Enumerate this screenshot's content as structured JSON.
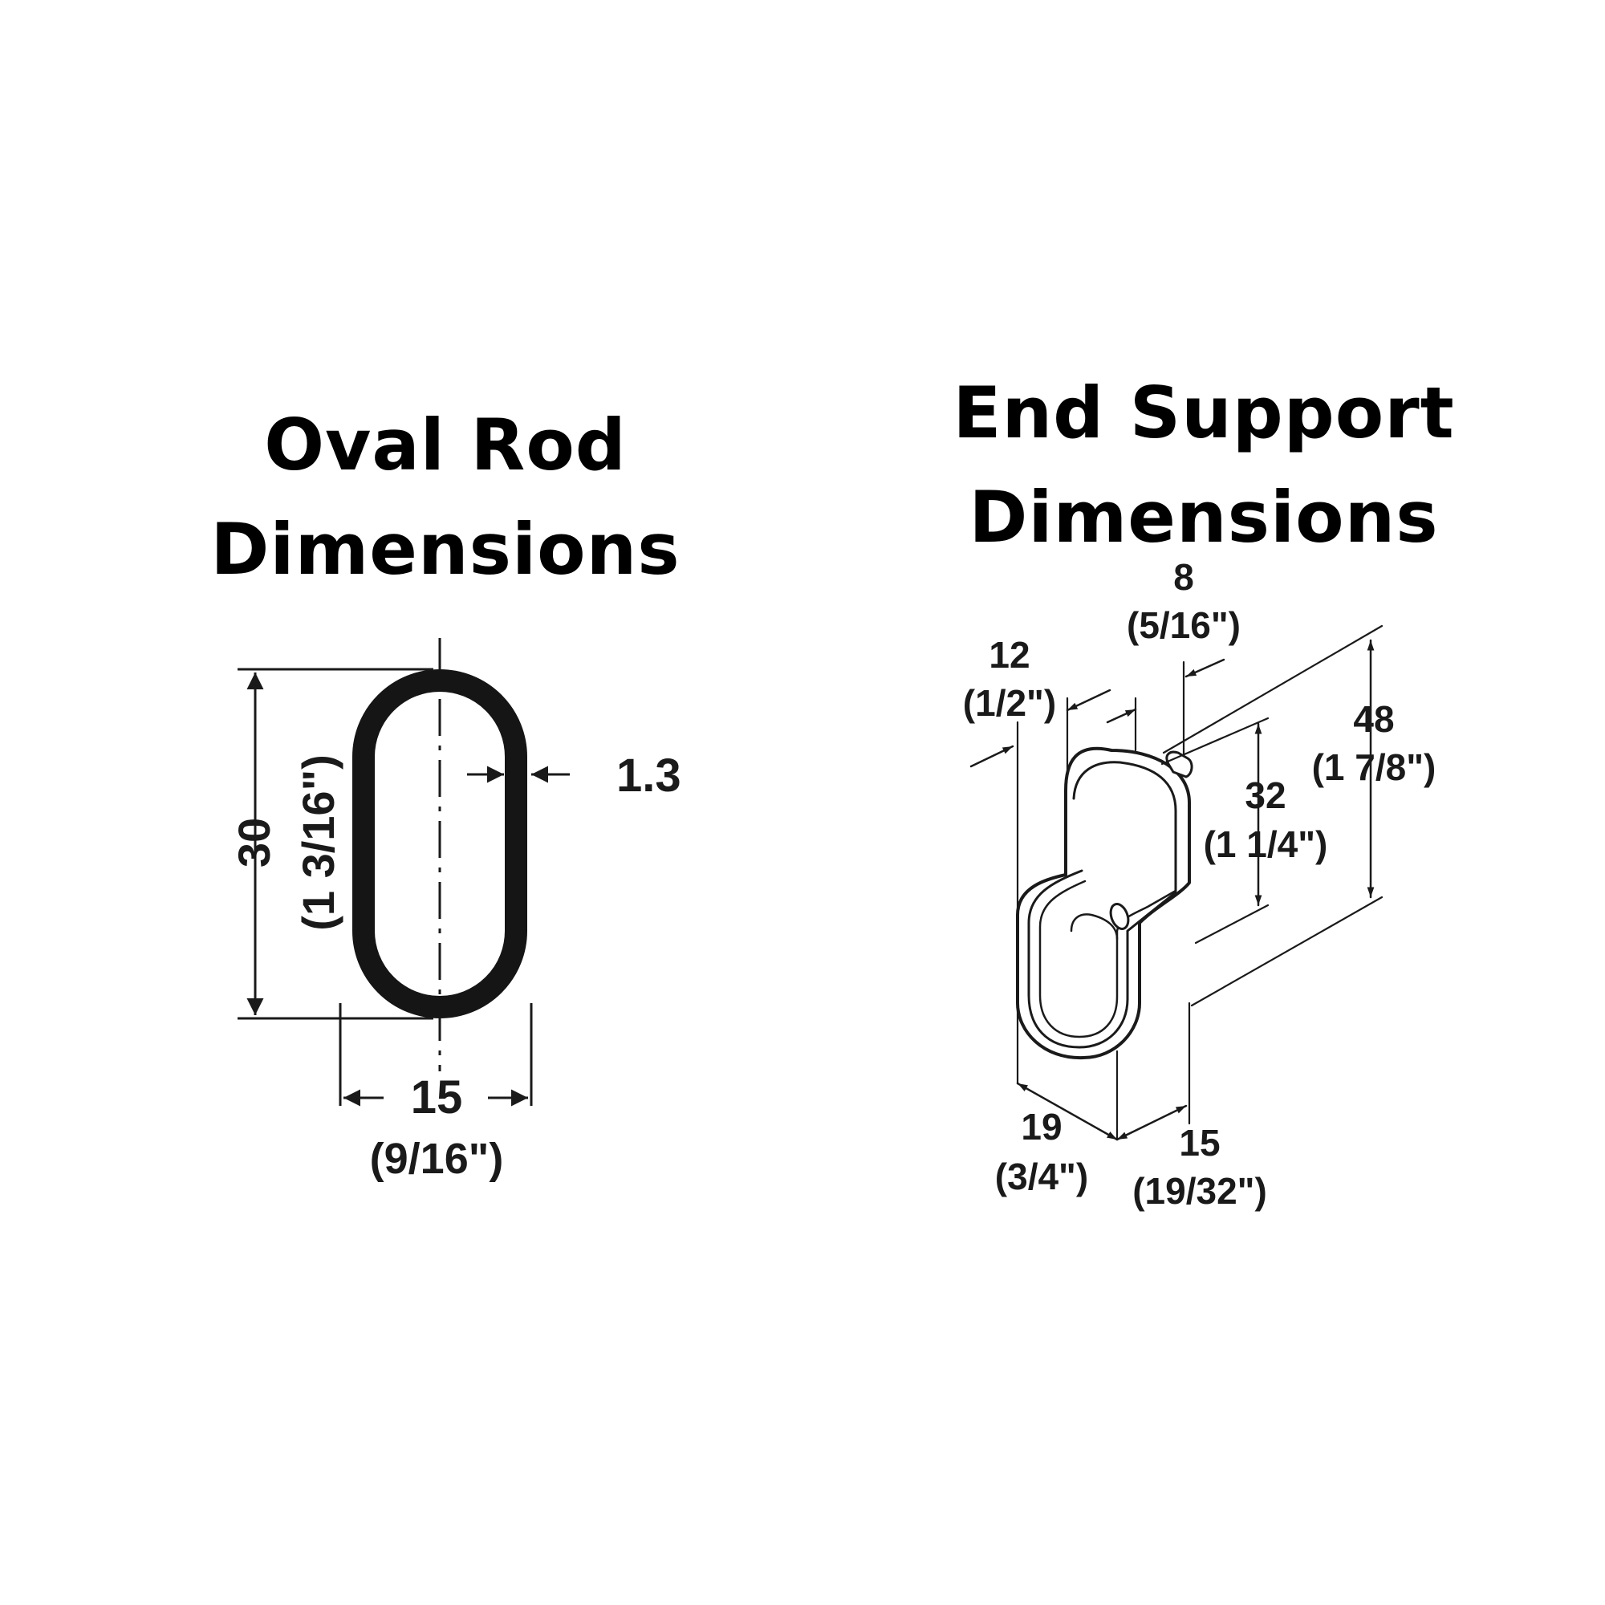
{
  "oval_rod": {
    "title_line1": "Oval Rod",
    "title_line2": "Dimensions",
    "height_mm": "30",
    "height_in": "(1 3/16\")",
    "wall_thickness": "1.3",
    "width_mm": "15",
    "width_in": "(9/16\")"
  },
  "end_support": {
    "title_line1": "End Support",
    "title_line2": "Dimensions",
    "pin_mm": "8",
    "pin_in": "(5/16\")",
    "lip_mm": "12",
    "lip_in": "(1/2\")",
    "opening_mm": "32",
    "opening_in": "(1 1/4\")",
    "height_mm": "48",
    "height_in": "(1 7/8\")",
    "depth_mm": "19",
    "depth_in": "(3/4\")",
    "width_mm": "15",
    "width_in": "(19/32\")"
  }
}
